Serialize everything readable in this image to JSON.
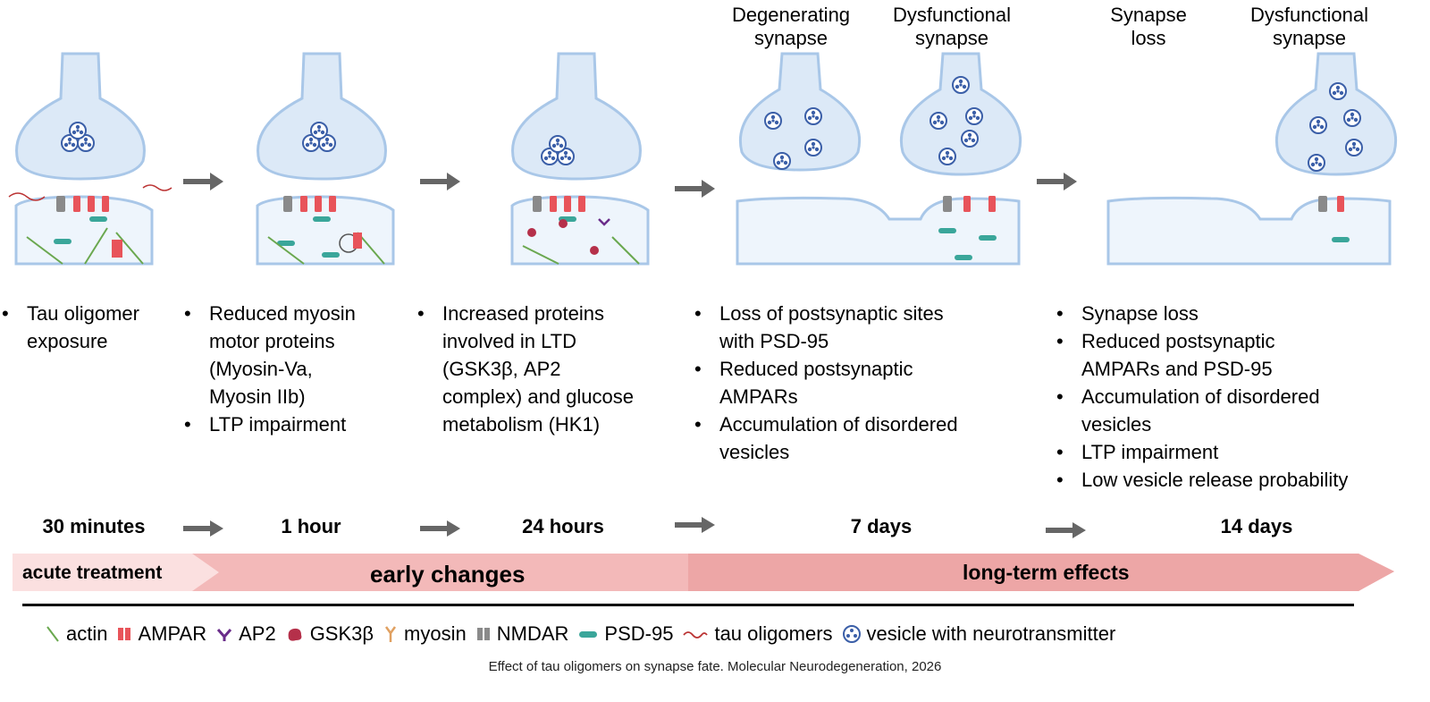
{
  "stages": {
    "s4": {
      "left_label": "Degenerating\nsynapse",
      "right_label": "Dysfunctional\nsynapse"
    },
    "s5": {
      "left_label": "Synapse\nloss",
      "right_label": "Dysfunctional\nsynapse"
    }
  },
  "bullets": [
    [
      "Tau oligomer",
      "exposure"
    ],
    [
      "Reduced myosin",
      "motor proteins",
      "(Myosin-Va,",
      "Myosin IIb)",
      "LTP impairment"
    ],
    [
      "Increased proteins",
      "involved in LTD",
      "(GSK3β, AP2",
      "complex) and glucose",
      "metabolism (HK1)"
    ],
    [
      "Loss of postsynaptic sites",
      "with PSD-95",
      "Reduced postsynaptic",
      "AMPARs",
      "Accumulation of disordered",
      "vesicles"
    ],
    [
      "Synapse loss",
      "Reduced postsynaptic",
      "AMPARs and PSD-95",
      "Accumulation of disordered",
      "vesicles",
      "LTP impairment",
      "Low vesicle release probability"
    ]
  ],
  "bullet_structure": [
    [
      2
    ],
    [
      4,
      1
    ],
    [
      5
    ],
    [
      2,
      2,
      2
    ],
    [
      1,
      2,
      2,
      1,
      1
    ]
  ],
  "timepoints": [
    "30 minutes",
    "1 hour",
    "24 hours",
    "7 days",
    "14 days"
  ],
  "phases": {
    "acute": "acute treatment",
    "early": "early changes",
    "long": "long-term effects"
  },
  "legend": [
    {
      "icon": "actin-icon",
      "label": "actin"
    },
    {
      "icon": "ampar-icon",
      "label": "AMPAR"
    },
    {
      "icon": "ap2-icon",
      "label": "AP2"
    },
    {
      "icon": "gsk3b-icon",
      "label": "GSK3β"
    },
    {
      "icon": "myosin-icon",
      "label": "myosin"
    },
    {
      "icon": "nmdar-icon",
      "label": "NMDAR"
    },
    {
      "icon": "psd95-icon",
      "label": "PSD-95"
    },
    {
      "icon": "tau-oligomers-icon",
      "label": "tau oligomers"
    },
    {
      "icon": "vesicle-icon",
      "label": "vesicle with neurotransmitter"
    }
  ],
  "caption": "Effect of tau oligomers on synapse fate.  Molecular Neurodegeneration, 2026",
  "colors": {
    "membrane": "#dce9f7",
    "membrane_stroke": "#a9c7e8",
    "vesicle": "#3b5fa8",
    "ampar": "#e8545a",
    "nmdar": "#8a8a8a",
    "psd95": "#3aa69a",
    "actin": "#6aa84f",
    "arrow": "#666666",
    "band_light": "#f9d6d6",
    "band_mid": "#f3b9b9",
    "band_dark": "#eda6a6"
  }
}
